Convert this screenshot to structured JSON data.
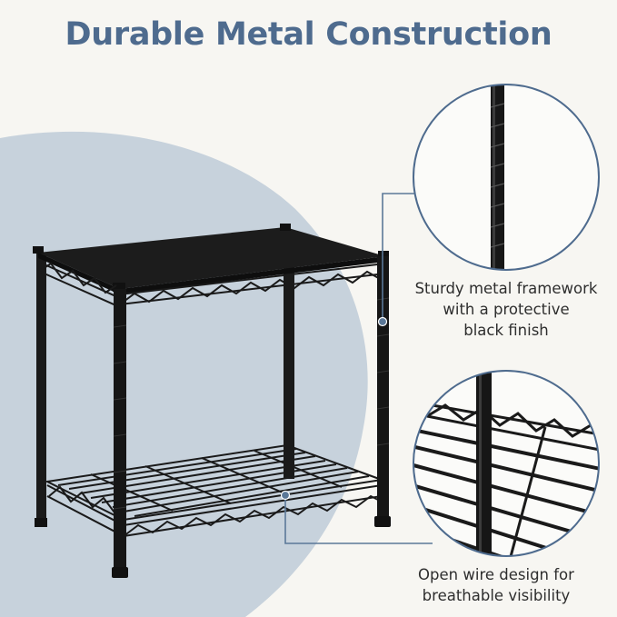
{
  "title": "Durable Metal Construction",
  "features": [
    {
      "caption_lines": [
        "Sturdy metal framework",
        "with a protective",
        "black finish"
      ],
      "zoom_subject": "vertical-post-closeup"
    },
    {
      "caption_lines": [
        "Open wire design for",
        "breathable visibility"
      ],
      "zoom_subject": "wire-shelf-closeup"
    }
  ],
  "colors": {
    "background": "#f7f6f2",
    "accent_shape": "#c7d2dc",
    "title": "#4e6b8e",
    "callout_line": "#5b7898",
    "metal": "#151515"
  }
}
